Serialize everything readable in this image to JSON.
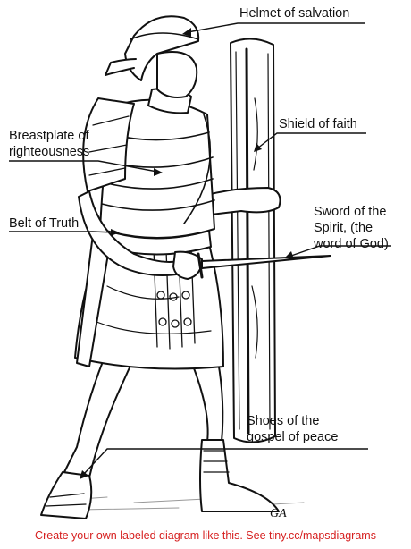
{
  "labels": {
    "helmet": "Helmet of salvation",
    "shield": "Shield of faith",
    "breastplate_line1": "Breastplate of",
    "breastplate_line2": "righteousness",
    "belt": "Belt of Truth",
    "sword_line1": "Sword of the",
    "sword_line2": "Spirit, (the",
    "sword_line3": "word of God)",
    "shoes_line1": "Shoes of the",
    "shoes_line2": "gospel of peace"
  },
  "signature": "GA",
  "footer": "Create your own labeled diagram like this. See tiny.cc/mapsdiagrams",
  "colors": {
    "leader": "#111111",
    "footer": "#d62020",
    "ink": "#111111"
  }
}
